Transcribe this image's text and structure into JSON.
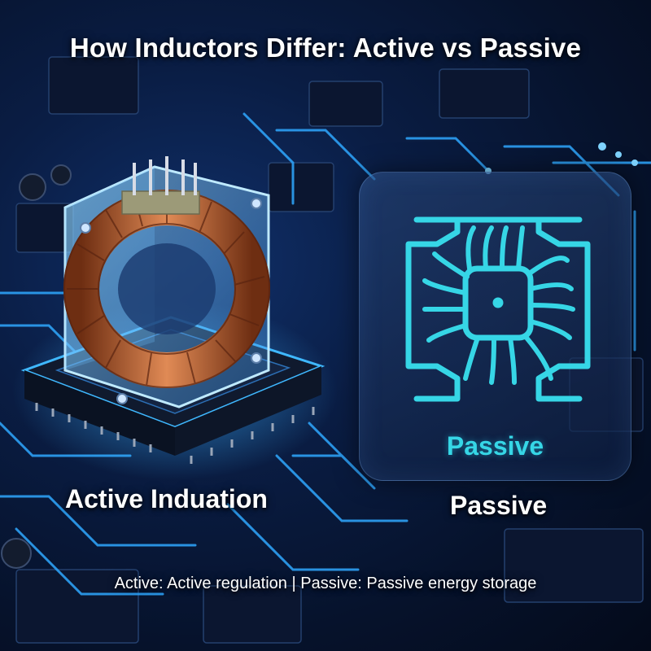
{
  "title": "How Inductors Differ: Active vs Passive",
  "left_label": "Active Induation",
  "right_label": "Passive",
  "panel": {
    "label": "Passive",
    "icon": "inductor-coil-icon",
    "accent_color": "#36d6e6"
  },
  "caption": "Active: Active regulation | Passive: Passive energy storage",
  "colors": {
    "background": "#0a1d44",
    "trace_glow": "#2fa8ff",
    "copper": "#c8693a"
  }
}
